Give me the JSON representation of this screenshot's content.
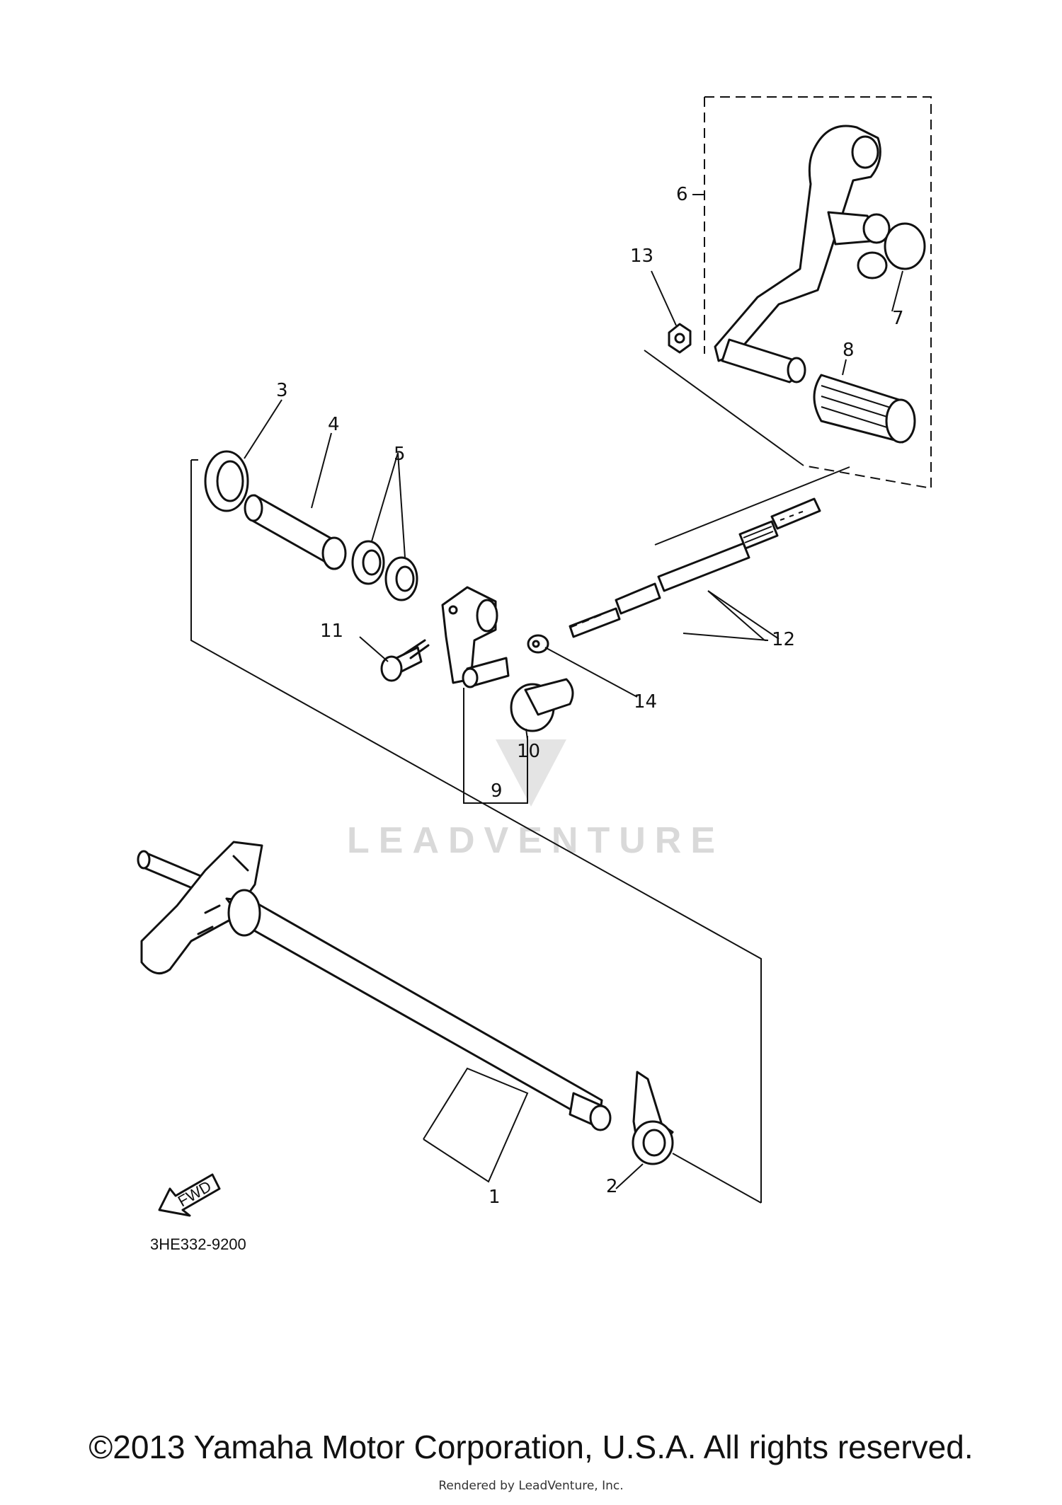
{
  "diagram": {
    "callouts": [
      "1",
      "2",
      "3",
      "4",
      "5",
      "6",
      "7",
      "8",
      "9",
      "10",
      "11",
      "12",
      "13",
      "14"
    ],
    "diagram_code": "3HE332-9200",
    "fwd_arrow_label": "FWD",
    "watermark": "LEADVENTURE"
  },
  "footer": {
    "copyright": "©2013 Yamaha Motor Corporation, U.S.A. All rights reserved.",
    "rendered_by": "Rendered by LeadVenture, Inc."
  }
}
